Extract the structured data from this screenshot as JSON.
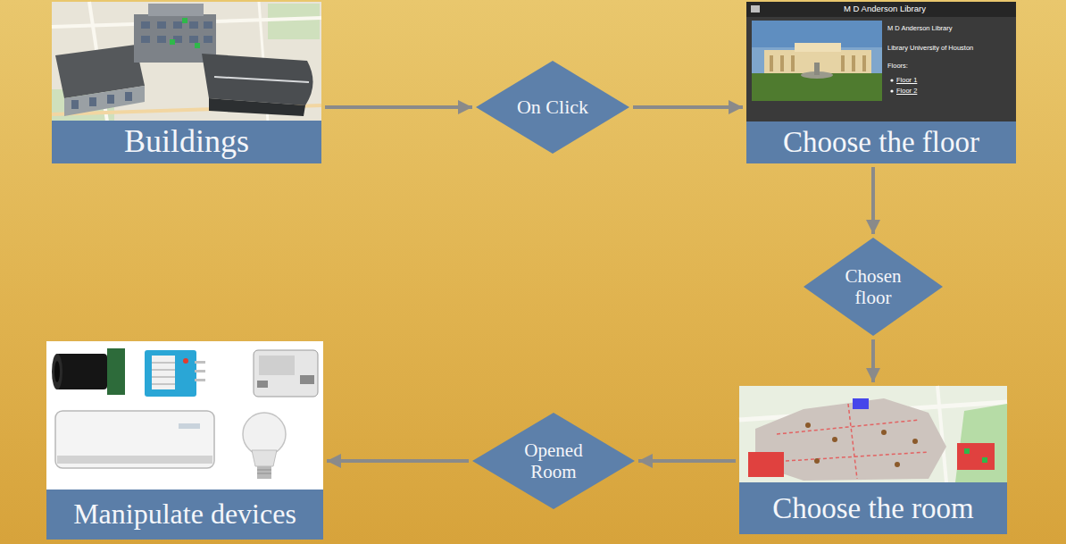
{
  "diagram": {
    "nodes": [
      {
        "text": [
          "Buildings"
        ]
      },
      {
        "text": [
          "On Click"
        ]
      },
      {
        "text": [
          "Choose the floor"
        ]
      },
      {
        "text": [
          "Chosen floor"
        ]
      },
      {
        "text": [
          "Choose the room"
        ]
      },
      {
        "text": [
          "Opened Room"
        ]
      },
      {
        "text": [
          "Manipulate devices"
        ]
      }
    ],
    "edges": [
      {
        "from": 0,
        "to": 1,
        "arrow": "to"
      },
      {
        "from": 1,
        "to": 2,
        "arrow": "to"
      },
      {
        "from": 2,
        "to": 3,
        "arrow": "to"
      },
      {
        "from": 3,
        "to": 4,
        "arrow": "to"
      },
      {
        "from": 4,
        "to": 5,
        "arrow": "to"
      },
      {
        "from": 5,
        "to": 6,
        "arrow": "to"
      }
    ],
    "labels": [
      "M D Anderson Library",
      "M D Anderson Library",
      "Library University of Houston",
      "Floors:",
      "Floor 1",
      "Floor 2"
    ]
  }
}
